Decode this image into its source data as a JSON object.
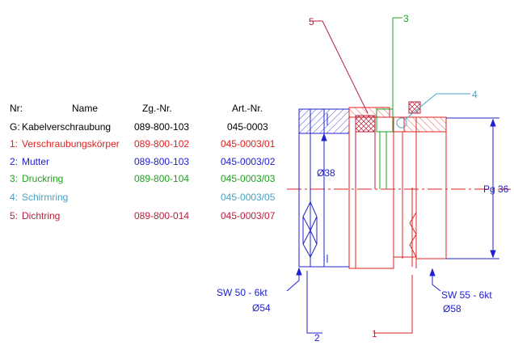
{
  "colors": {
    "black": "#000000",
    "red": "#e02020",
    "blue": "#2020d0",
    "green": "#20a020",
    "cyan": "#4aa0c0",
    "dark_red": "#b81f38"
  },
  "table": {
    "headers": {
      "nr": "Nr:",
      "name": "Name",
      "zg": "Zg.-Nr.",
      "art": "Art.-Nr."
    },
    "rows": [
      {
        "nr": "G:",
        "name": "Kabelverschraubung",
        "zg": "089-800-103",
        "art": "045-0003",
        "color": "#000000"
      },
      {
        "nr": "1:",
        "name": "Verschraubungskörper",
        "zg": "089-800-102",
        "art": "045-0003/01",
        "color": "#e02020"
      },
      {
        "nr": "2:",
        "name": "Mutter",
        "zg": "089-800-103",
        "art": "045-0003/02",
        "color": "#2020d0"
      },
      {
        "nr": "3:",
        "name": "Druckring",
        "zg": "089-800-104",
        "art": "045-0003/03",
        "color": "#20a020"
      },
      {
        "nr": "4:",
        "name": "Schirmring",
        "zg": "",
        "art": "045-0003/05",
        "color": "#4aa0c0"
      },
      {
        "nr": "5:",
        "name": "Dichtring",
        "zg": "089-800-014",
        "art": "045-0003/07",
        "color": "#b81f38"
      }
    ]
  },
  "drawing": {
    "callout_1": "1",
    "callout_2": "2",
    "callout_3": "3",
    "callout_4": "4",
    "callout_5": "5",
    "dim_bore": "Ø38",
    "dim_thread": "Pg 36",
    "dim_sw50": "SW 50 - 6kt",
    "dim_d54": "Ø54",
    "dim_sw55": "SW 55 - 6kt",
    "dim_d58": "Ø58"
  }
}
